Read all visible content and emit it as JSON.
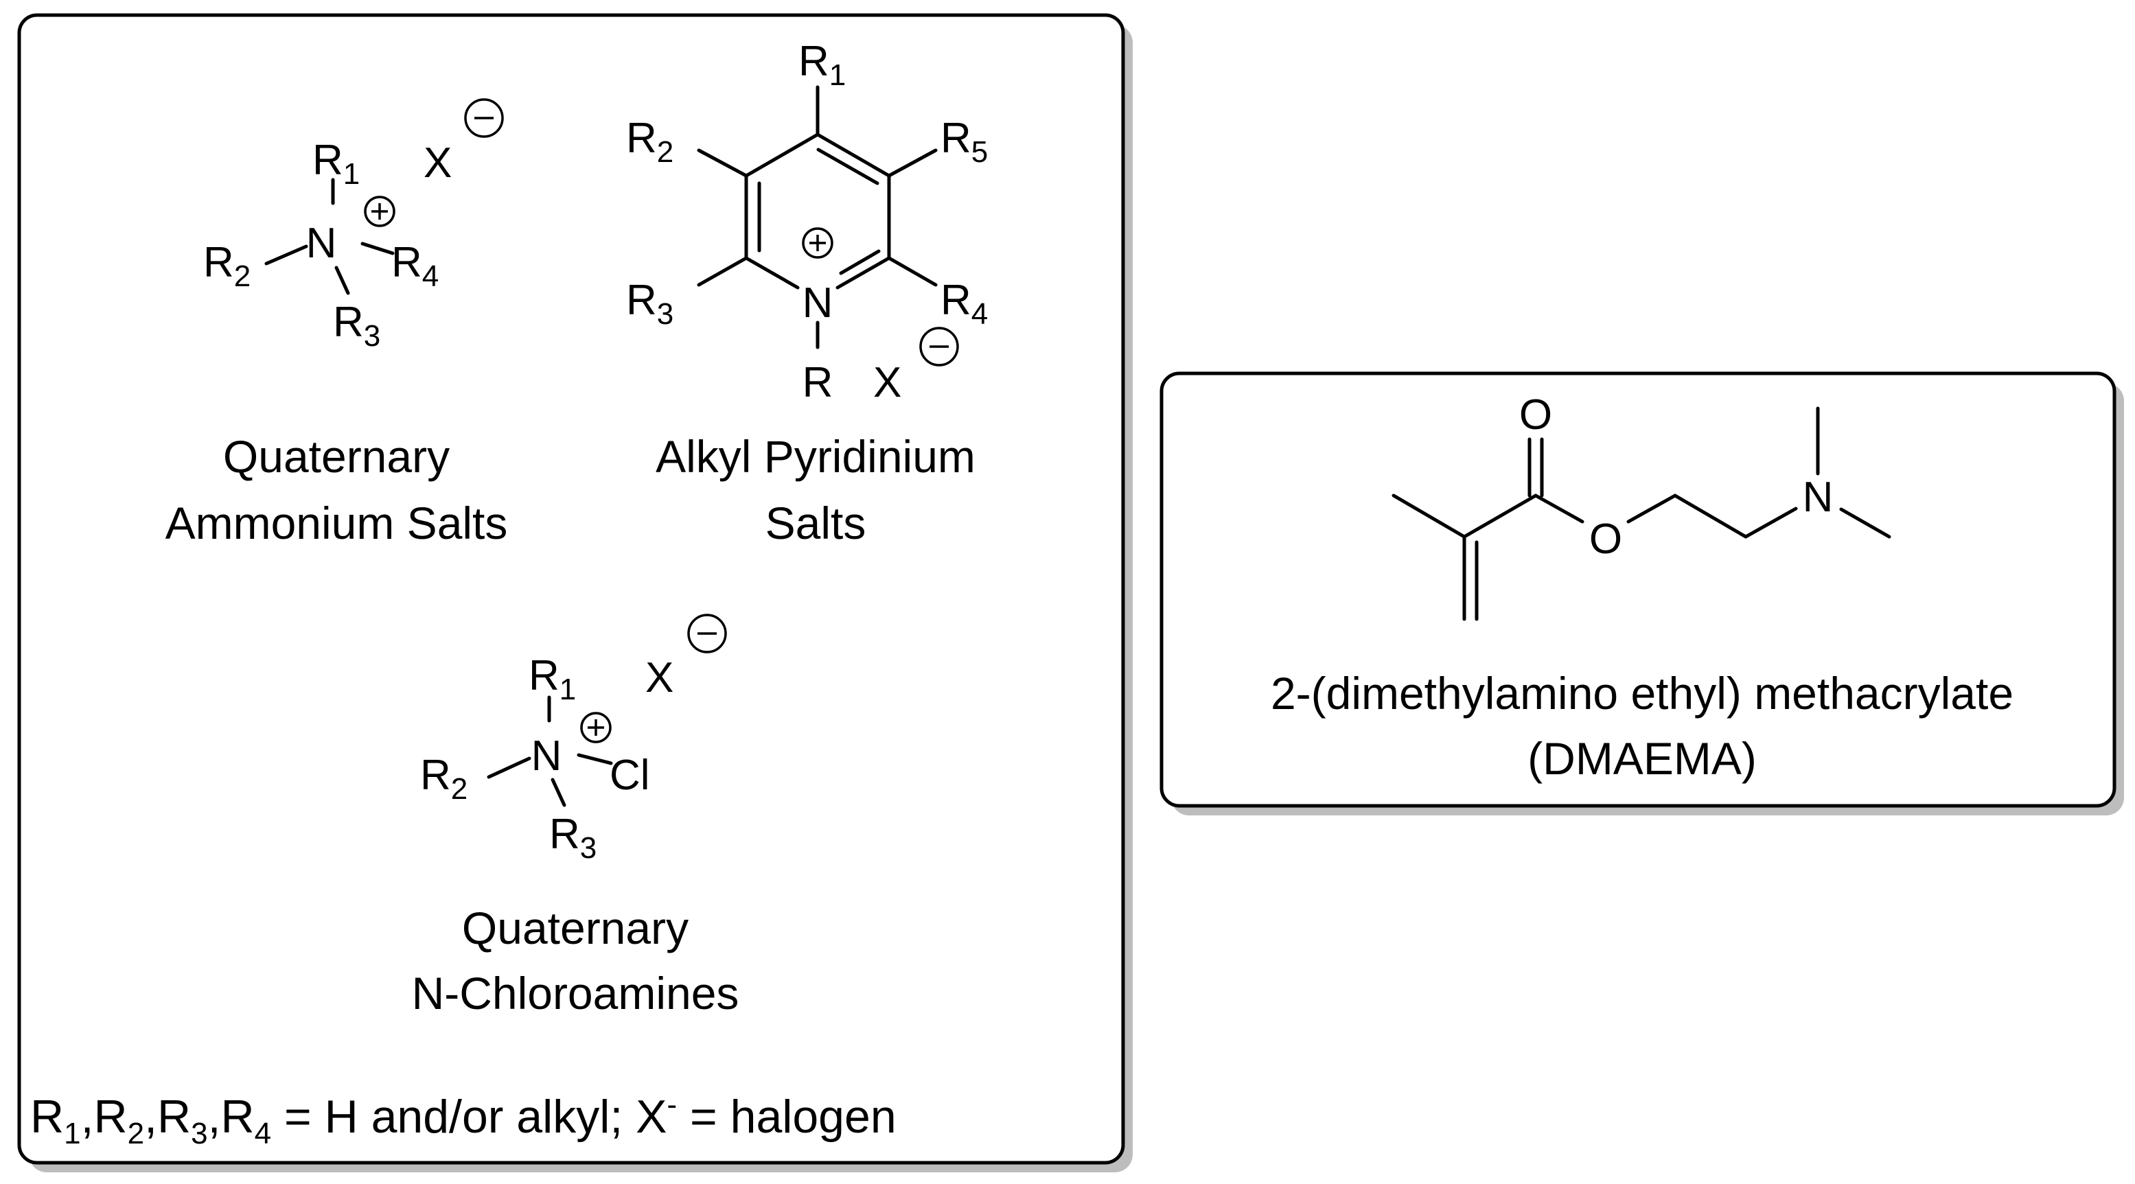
{
  "left_panel": {
    "quat_ammonium": {
      "caption_line1": "Quaternary",
      "caption_line2": "Ammonium Salts",
      "atoms": {
        "N": "N",
        "R": "R",
        "X": "X",
        "s1": "1",
        "s2": "2",
        "s3": "3",
        "s4": "4"
      }
    },
    "pyridinium": {
      "caption_line1": "Alkyl Pyridinium",
      "caption_line2": "Salts",
      "atoms": {
        "N": "N",
        "R": "R",
        "X": "X",
        "s1": "1",
        "s2": "2",
        "s3": "3",
        "s4": "4",
        "s5": "5"
      }
    },
    "chloroamine": {
      "caption_line1": "Quaternary",
      "caption_line2": "N-Chloroamines",
      "atoms": {
        "N": "N",
        "R": "R",
        "X": "X",
        "Cl": "Cl",
        "s1": "1",
        "s2": "2",
        "s3": "3"
      }
    },
    "definition": {
      "R": "R",
      "s1": "1",
      "s2": "2",
      "s3": "3",
      "s4": "4",
      "comma": ",",
      "text": " = H and/or alkyl; X",
      "sup": "-",
      "tail": " = halogen"
    }
  },
  "right_panel": {
    "caption_line1": "2-(dimethylamino ethyl) methacrylate",
    "caption_line2": "(DMAEMA)",
    "atoms": {
      "O": "O",
      "N": "N"
    }
  },
  "colors": {
    "border": "#000000",
    "shadow": "#bdbdbd",
    "background": "#ffffff"
  }
}
